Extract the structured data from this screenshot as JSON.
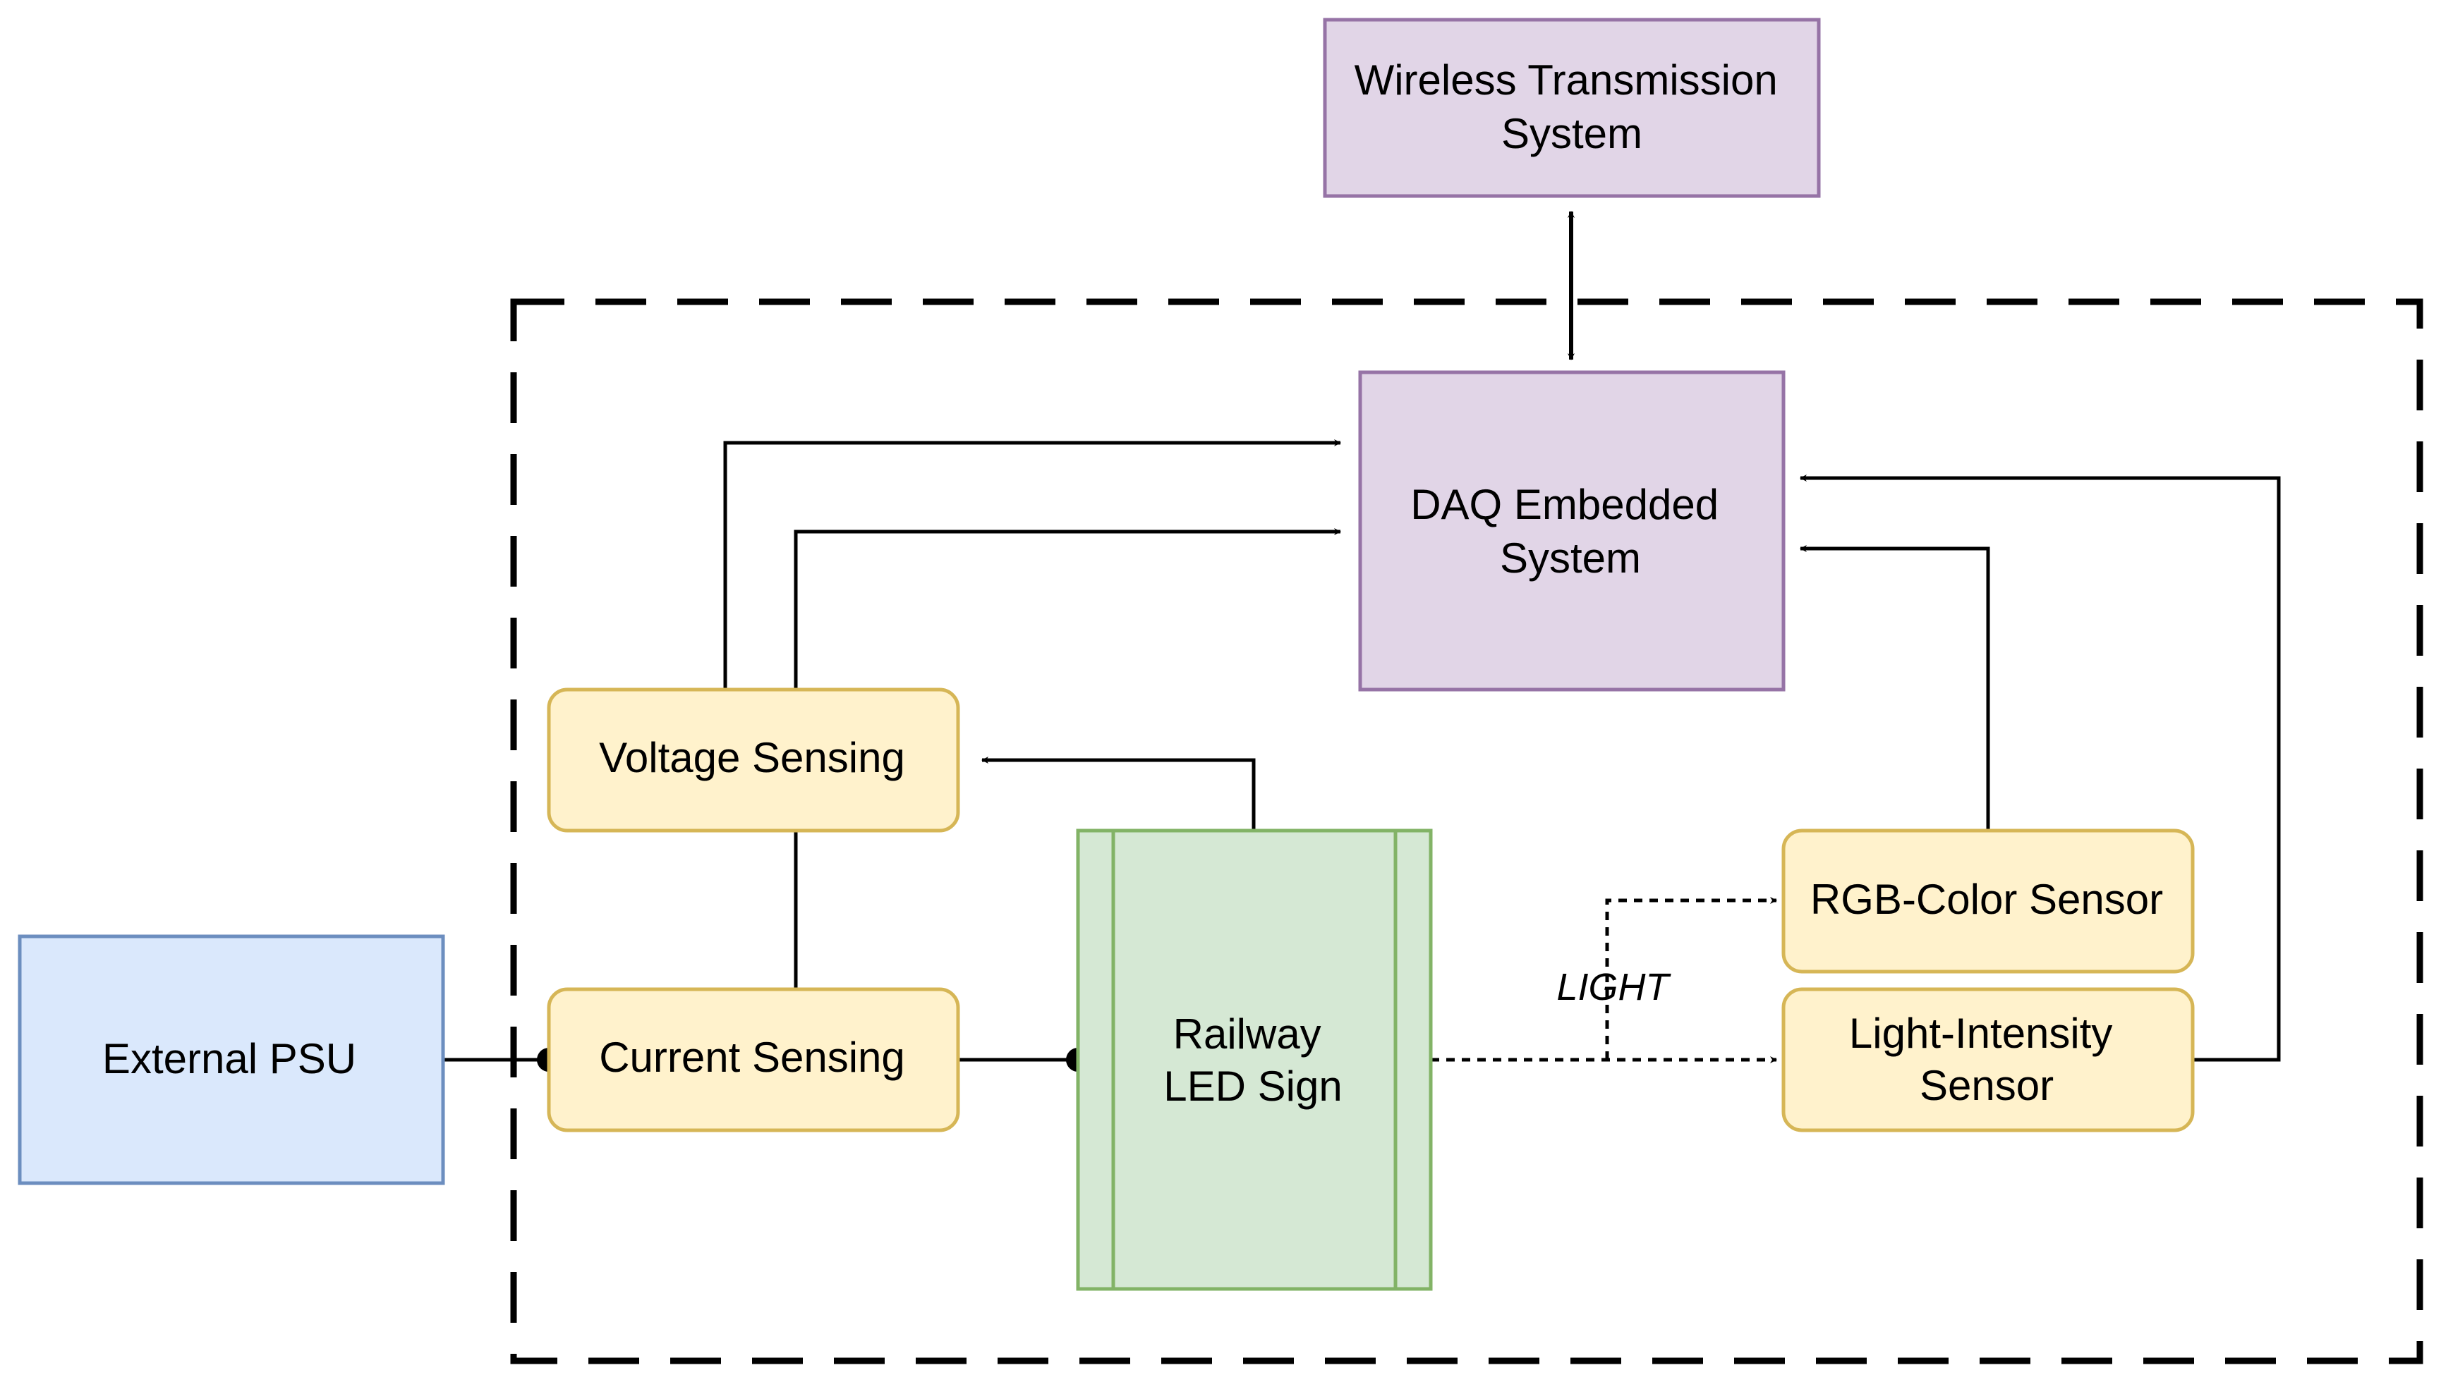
{
  "colors": {
    "purple_fill": "#e1d5e7",
    "purple_stroke": "#9673a6",
    "yellow_fill": "#fff2cc",
    "yellow_stroke": "#d6b656",
    "green_fill": "#d5e8d4",
    "green_stroke": "#82b366",
    "blue_fill": "#dae8fc",
    "blue_stroke": "#6c8ebf",
    "line": "#000000"
  },
  "blocks": {
    "wireless": {
      "line1": "Wireless Transmission",
      "line2": "System"
    },
    "daq": {
      "line1": "DAQ Embedded",
      "line2": "System"
    },
    "voltage": {
      "label": "Voltage Sensing"
    },
    "current": {
      "label": "Current Sensing"
    },
    "psu": {
      "label": "External PSU"
    },
    "railway": {
      "line1": "Railway",
      "line2": "LED Sign"
    },
    "rgb": {
      "label": "RGB-Color Sensor"
    },
    "light_intensity": {
      "line1": "Light-Intensity",
      "line2": "Sensor"
    }
  },
  "edges": {
    "light_label": "LIGHT"
  }
}
